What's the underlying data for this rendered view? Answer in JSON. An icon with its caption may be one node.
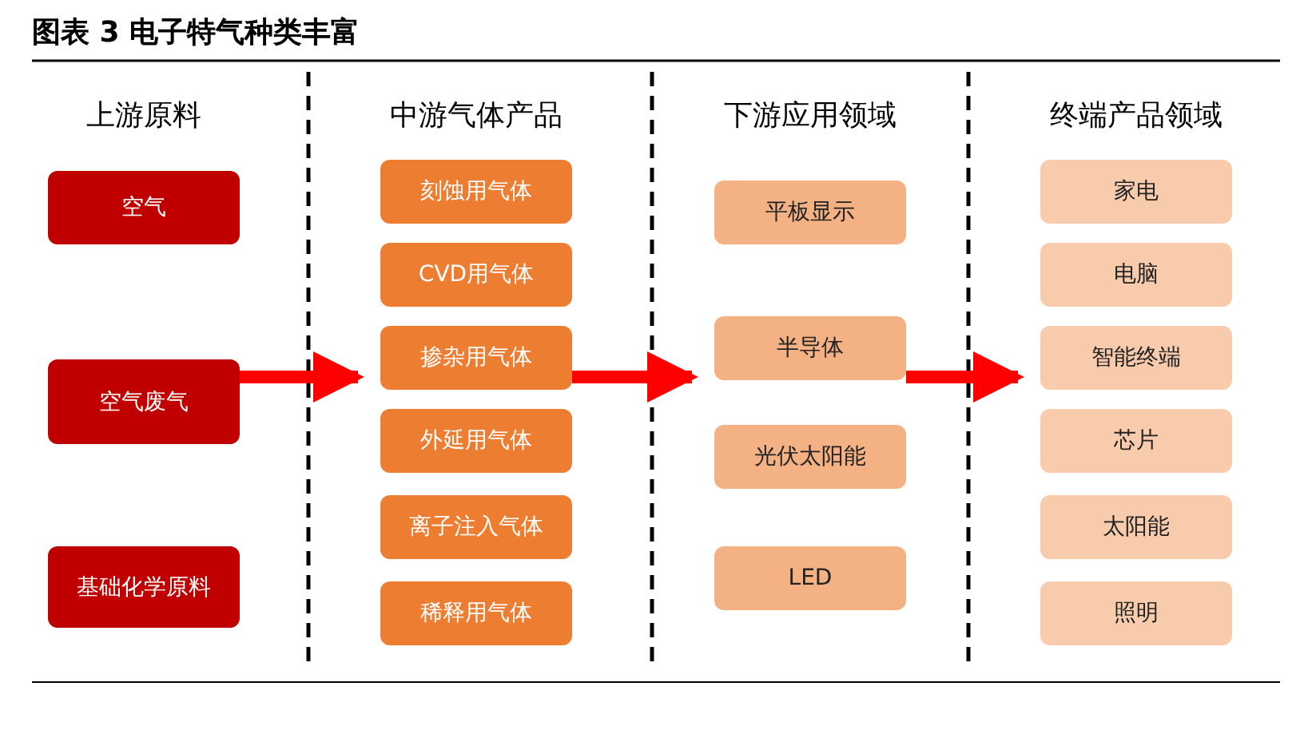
{
  "diagram": {
    "title": "图表 3 电子特气种类丰富",
    "nodes": [
      {
        "text": [
          "空气"
        ]
      },
      {
        "text": [
          "空气废气"
        ]
      },
      {
        "text": [
          "基础化学原料"
        ]
      },
      {
        "text": [
          "刻蚀用气体"
        ]
      },
      {
        "text": [
          "CVD用气体"
        ]
      },
      {
        "text": [
          "掺杂用气体"
        ]
      },
      {
        "text": [
          "外延用气体"
        ]
      },
      {
        "text": [
          "离子注入气体"
        ]
      },
      {
        "text": [
          "稀释用气体"
        ]
      },
      {
        "text": [
          "平板显示"
        ]
      },
      {
        "text": [
          "半导体"
        ]
      },
      {
        "text": [
          "光伏太阳能"
        ]
      },
      {
        "text": [
          "LED"
        ]
      },
      {
        "text": [
          "家电"
        ]
      },
      {
        "text": [
          "电脑"
        ]
      },
      {
        "text": [
          "智能终端"
        ]
      },
      {
        "text": [
          "芯片"
        ]
      },
      {
        "text": [
          "太阳能"
        ]
      },
      {
        "text": [
          "照明"
        ]
      }
    ],
    "edges": [
      {
        "from": 1,
        "to": 5,
        "arrow": "to"
      },
      {
        "from": 5,
        "to": 10,
        "arrow": "to"
      },
      {
        "from": 10,
        "to": 15,
        "arrow": "to"
      }
    ],
    "labels": [
      "上游原料",
      "中游气体产品",
      "下游应用领域",
      "终端产品领域"
    ]
  }
}
